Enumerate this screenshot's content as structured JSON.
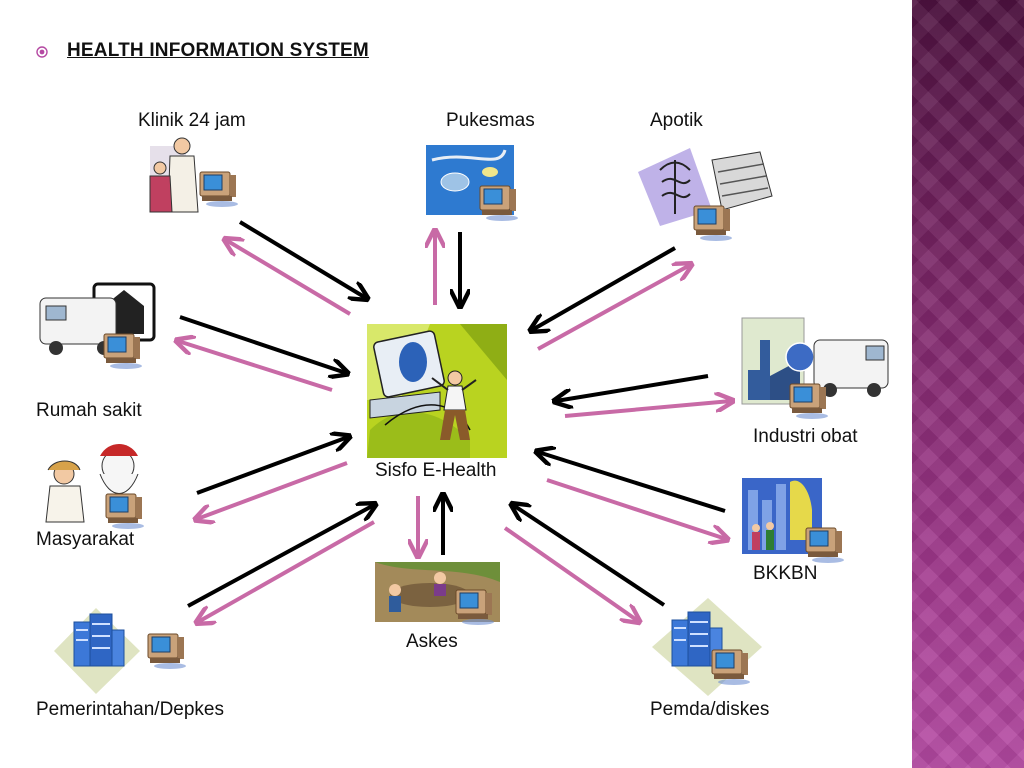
{
  "title": "HEALTH INFORMATION SYSTEM",
  "colors": {
    "arrow_out": "#000000",
    "arrow_in": "#c86aa6",
    "panel": "#8a2d78",
    "bullet": "#b54aa3"
  },
  "center": {
    "label": "Sisfo E-Health",
    "icon": "computer-user-clipart"
  },
  "nodes": [
    {
      "id": "klinik",
      "label": "Klinik 24 jam",
      "icon": "doctor-patient-computer-clipart"
    },
    {
      "id": "pukesmas",
      "label": "Pukesmas",
      "icon": "stethoscope-computer-clipart"
    },
    {
      "id": "apotik",
      "label": "Apotik",
      "icon": "caduceus-computer-clipart"
    },
    {
      "id": "rumah-sakit",
      "label": "Rumah sakit",
      "icon": "ambulance-hospital-computer-clipart"
    },
    {
      "id": "industri-obat",
      "label": "Industri obat",
      "icon": "factory-ambulance-computer-clipart"
    },
    {
      "id": "masyarakat",
      "label": "Masyarakat",
      "icon": "people-computer-clipart"
    },
    {
      "id": "bkkbn",
      "label": "BKKBN",
      "icon": "family-chart-computer-clipart"
    },
    {
      "id": "askes",
      "label": "Askes",
      "icon": "meeting-computer-clipart"
    },
    {
      "id": "pemerintahan",
      "label": "Pemerintahan/Depkes",
      "icon": "building-computer-clipart"
    },
    {
      "id": "pemda",
      "label": "Pemda/diskes",
      "icon": "building-computer-clipart"
    }
  ]
}
